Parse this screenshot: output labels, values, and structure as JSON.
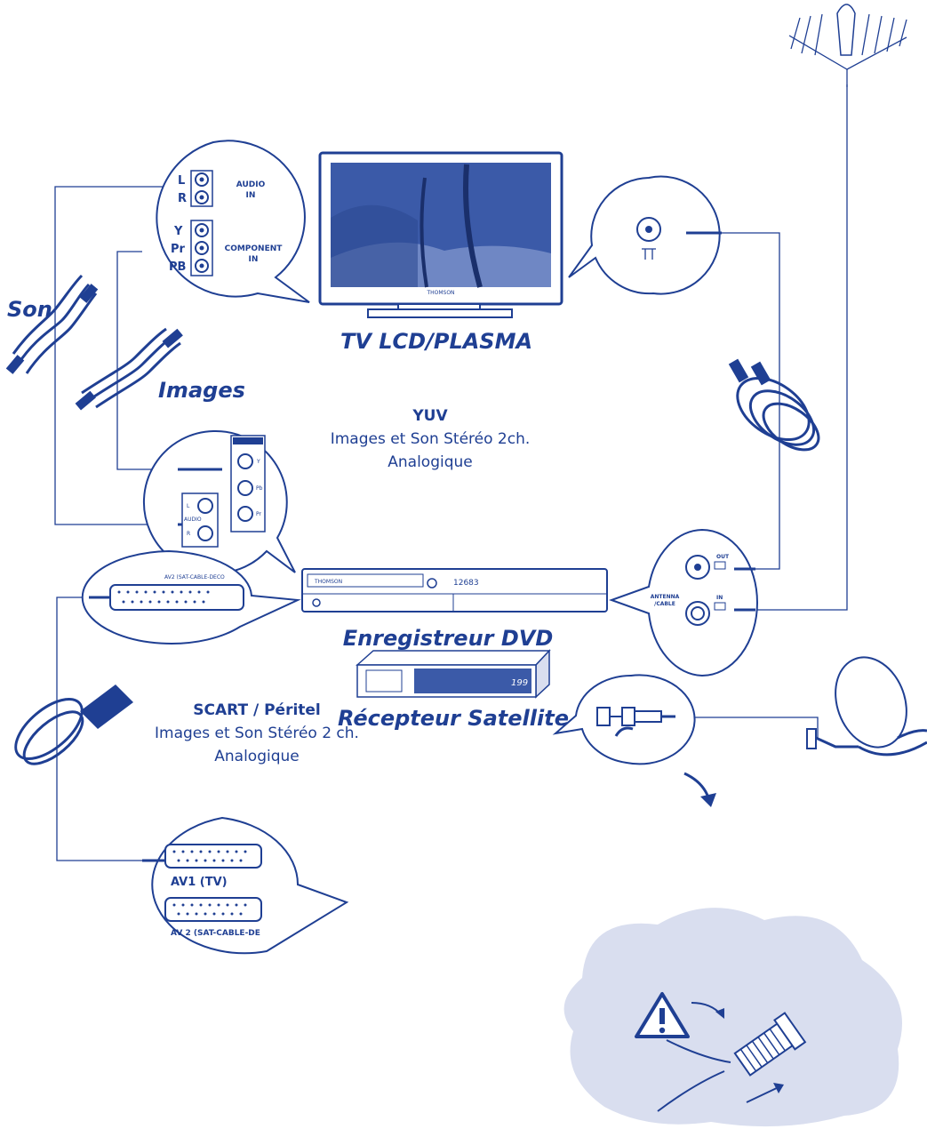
{
  "colors": {
    "primary": "#1f3f93",
    "cloud": "#d9deef",
    "screen": "#3b5aa8"
  },
  "tv": {
    "title": "TV LCD/PLASMA",
    "brand": "THOMSON"
  },
  "tv_audio_panel": {
    "l": "L",
    "r": "R",
    "label1": "AUDIO",
    "label2": "IN"
  },
  "tv_component_panel": {
    "y": "Y",
    "pr": "Pr",
    "pb": "PB",
    "label1": "COMPONENT",
    "label2": "IN"
  },
  "son_label": "Son",
  "images_label": "Images",
  "yuv": {
    "title": "YUV",
    "line1": "Images et Son Stéréo 2ch.",
    "line2": "Analogique"
  },
  "dvd": {
    "title": "Enregistreur DVD",
    "brand": "THOMSON",
    "display": "12683",
    "scart_label": "AV2 (SAT-CABLE-DECO"
  },
  "dvd_back": {
    "audio_label": "AUDIO",
    "l": "L",
    "r": "R",
    "y": "Y",
    "pb": "Pb",
    "pr": "Pr"
  },
  "antenna_panel": {
    "out": "OUT",
    "in": "IN",
    "label1": "ANTENNA",
    "label2": "/CABLE"
  },
  "scart": {
    "title": "SCART / Péritel",
    "line1": "Images et Son Stéréo 2 ch.",
    "line2": "Analogique"
  },
  "satellite": {
    "title": "Récepteur Satellite",
    "display": "199",
    "av1": "AV1 (TV)",
    "av2": "AV 2 (SAT-CABLE-DE"
  },
  "icons": [
    "antenna-icon",
    "satellite-dish-icon",
    "warning-icon",
    "rca-cable-icon",
    "scart-cable-icon",
    "coax-cable-icon"
  ]
}
